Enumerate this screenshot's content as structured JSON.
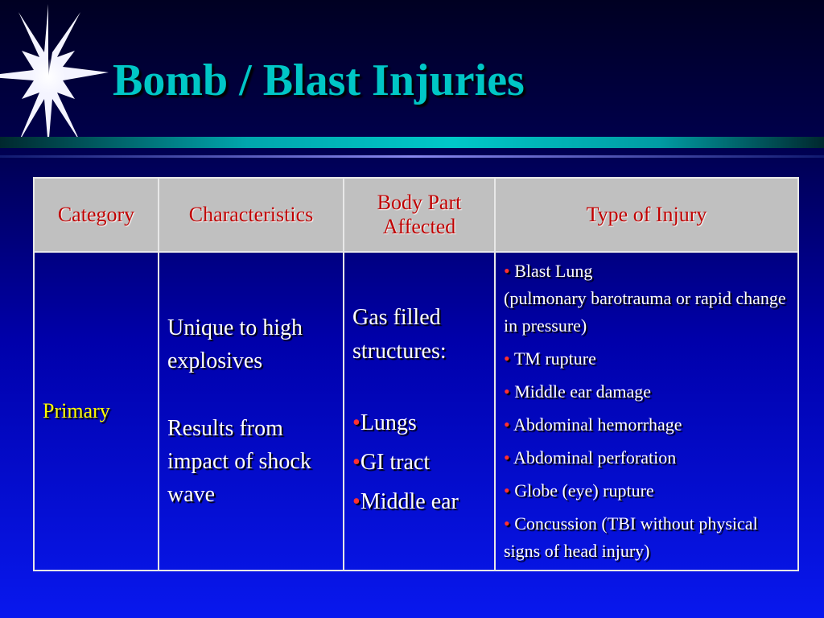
{
  "slide": {
    "title": "Bomb / Blast Injuries"
  },
  "colors": {
    "title": "#00c6c6",
    "header_bg": "#c0c0c0",
    "header_text": "#c00000",
    "category_text": "#ffff00",
    "body_text": "#ffffff",
    "bullet": "#ff3030"
  },
  "table": {
    "headers": {
      "category": "Category",
      "characteristics": "Characteristics",
      "body_part_line1": "Body Part",
      "body_part_line2": "Affected",
      "type_of_injury": "Type of Injury"
    },
    "row": {
      "category": "Primary",
      "characteristics": [
        "Unique to high explosives",
        "Results from impact of shock wave"
      ],
      "body_part": {
        "intro": "Gas filled structures:",
        "items": [
          "Lungs",
          "GI tract",
          "Middle ear"
        ]
      },
      "injuries": [
        {
          "text": "Blast Lung",
          "detail": "(pulmonary barotrauma or rapid change in pressure)"
        },
        {
          "text": "TM rupture"
        },
        {
          "text": "Middle ear damage"
        },
        {
          "text": "Abdominal hemorrhage"
        },
        {
          "text": "Abdominal perforation"
        },
        {
          "text": "Globe (eye) rupture"
        },
        {
          "text": "Concussion (TBI without physical signs of head injury)"
        }
      ]
    },
    "bullet_char": "•"
  }
}
